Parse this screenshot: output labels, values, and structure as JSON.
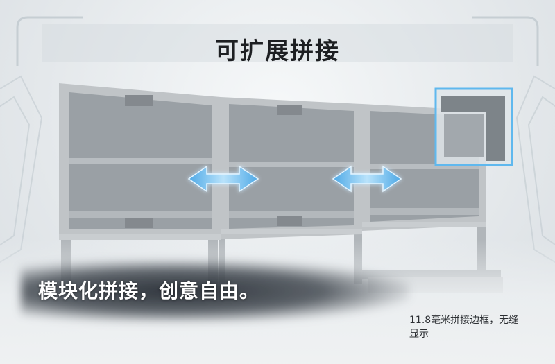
{
  "title": "可扩展拼接",
  "tagline": "模块化拼接，创意自由。",
  "caption": {
    "line1": "11.8毫米拼接边框，无缝",
    "line2": "显示"
  },
  "colors": {
    "arrow": "#7cc3f0",
    "highlight_frame": "#5fb8ee",
    "panel": "#9aa0a5",
    "frame": "#b7bcc0"
  }
}
